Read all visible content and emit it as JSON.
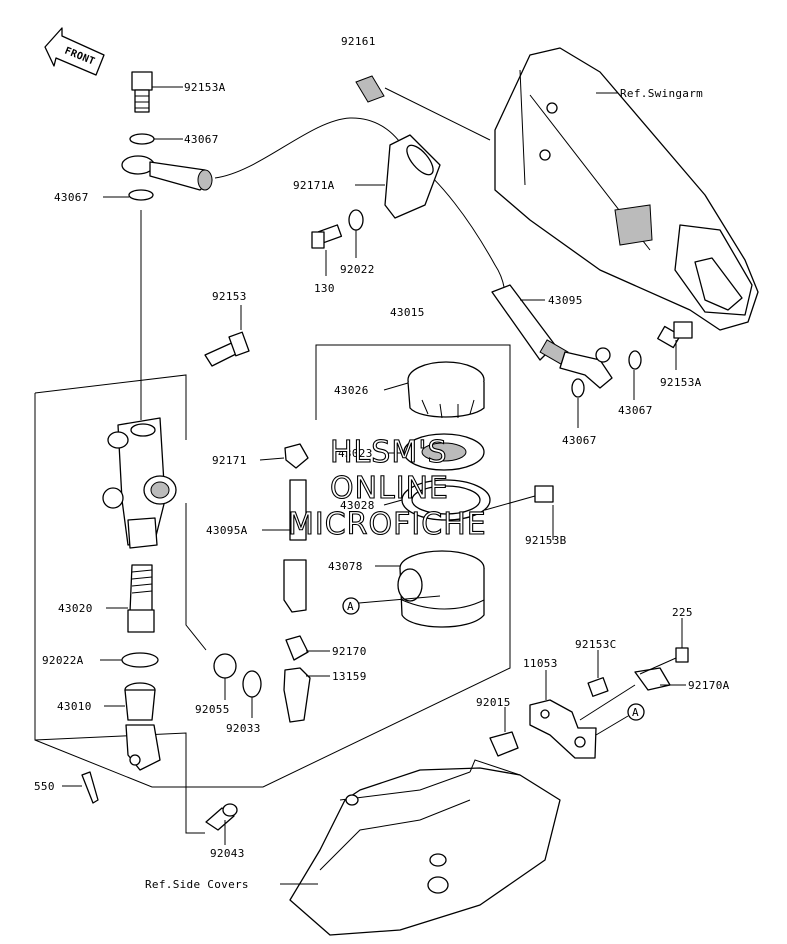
{
  "labels": {
    "front": "FRONT",
    "p92161": "92161",
    "p92153A_top": "92153A",
    "p43067_top": "43067",
    "p43067_left": "43067",
    "p92171A": "92171A",
    "ref_swingarm": "Ref.Swingarm",
    "p92022": "92022",
    "p130": "130",
    "p43095": "43095",
    "p92153": "92153",
    "p43015": "43015",
    "p92153A_right": "92153A",
    "p43026": "43026",
    "p43067_right": "43067",
    "p43067_lower": "43067",
    "p92171": "92171",
    "p43023": "43023",
    "p43028": "43028",
    "p43095A": "43095A",
    "p92153B": "92153B",
    "p43078": "43078",
    "p43020": "43020",
    "p225": "225",
    "p92153C": "92153C",
    "p92170": "92170",
    "p92022A": "92022A",
    "p11053": "11053",
    "p13159": "13159",
    "p92170A": "92170A",
    "p43010": "43010",
    "p92015": "92015",
    "p92055": "92055",
    "p92033": "92033",
    "p550": "550",
    "p92043": "92043",
    "ref_side_covers": "Ref.Side Covers",
    "ref_a_left": "A",
    "ref_a_right": "A"
  },
  "watermark": {
    "line1": "HLSM'S",
    "line2": "ONLINE",
    "line3": "MICROFICHE"
  }
}
